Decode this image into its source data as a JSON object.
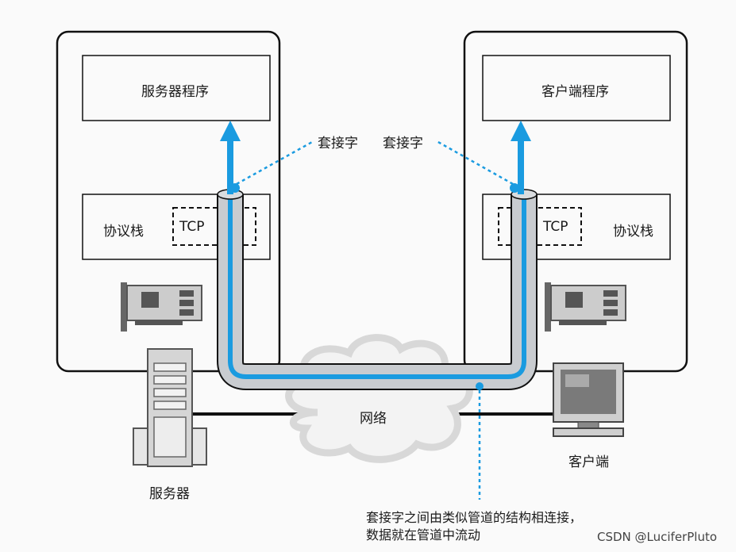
{
  "server": {
    "program_label": "服务器程序",
    "stack_label": "协议栈",
    "tcp_label": "TCP",
    "device_label": "服务器"
  },
  "client": {
    "program_label": "客户端程序",
    "stack_label": "协议栈",
    "tcp_label": "TCP",
    "device_label": "客户端"
  },
  "socket_labels": [
    "套接字",
    "套接字"
  ],
  "network_label": "网络",
  "caption_lines": [
    "套接字之间由类似管道的结构相连接，",
    "数据就在管道中流动"
  ],
  "watermark": "CSDN @LuciferPluto",
  "colors": {
    "pipe_blue": "#1a9be0",
    "pipe_gray": "#c9ccd0",
    "cloud": "#e4e4e4",
    "line": "#111111"
  }
}
